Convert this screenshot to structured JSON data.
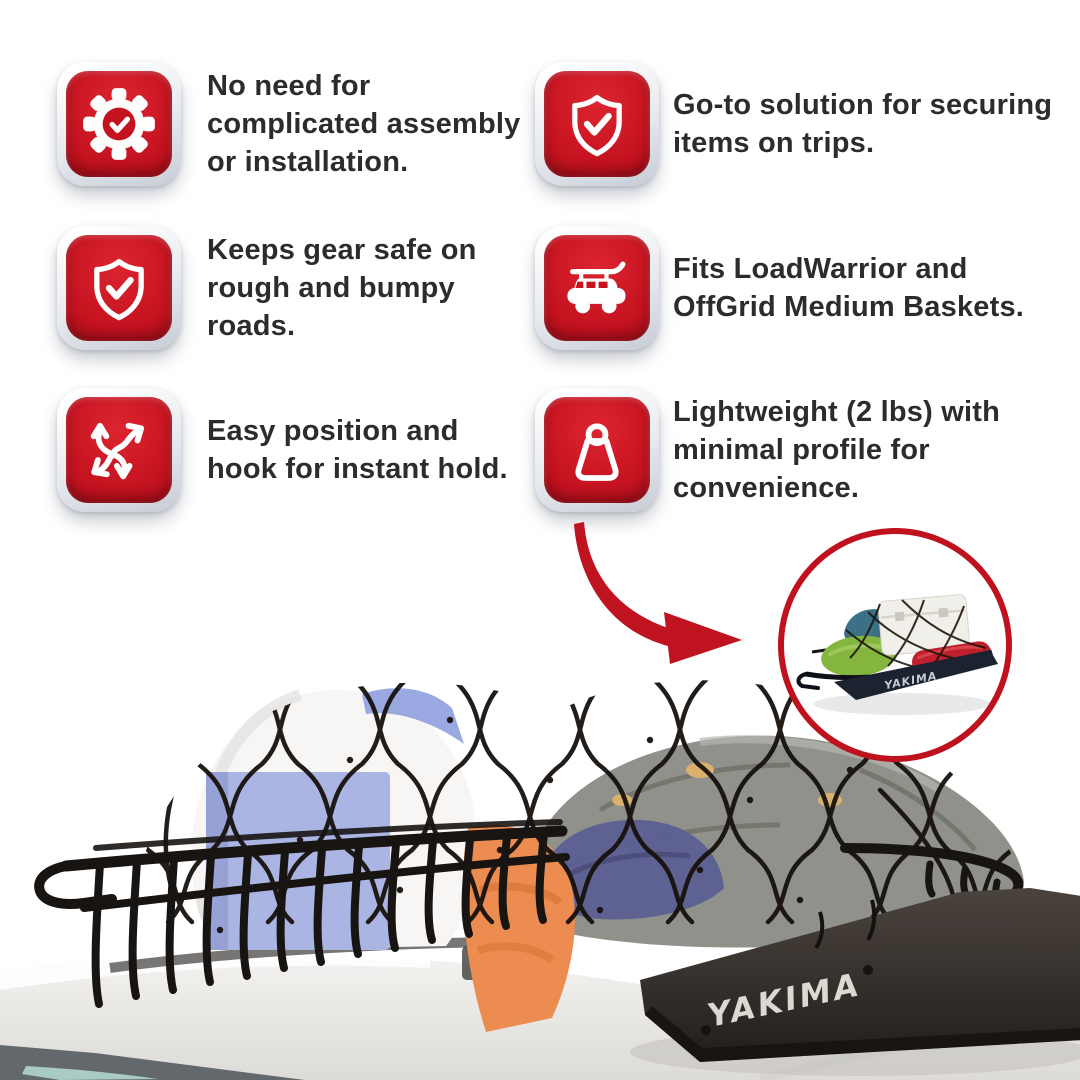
{
  "colors": {
    "accent_red": "#c4121f",
    "accent_red_dark": "#7e0c15",
    "arrow_red": "#c01320",
    "inset_ring_red": "#bf111e",
    "text_color": "#2d2c2a",
    "net_black": "#17110d",
    "roof_gray": "#eceae7"
  },
  "features": {
    "items": [
      {
        "icon": "gear-check-icon",
        "text": "No need for complicated assembly or installation.",
        "lines": [
          "No need for",
          "complicated assembly",
          "or installation."
        ]
      },
      {
        "icon": "shield-check-icon",
        "text": "Keeps gear safe on rough and bumpy roads.",
        "lines": [
          "Keeps gear safe on",
          "rough and bumpy",
          "roads."
        ]
      },
      {
        "icon": "crossed-arrows-icon",
        "text": "Easy position and hook for instant hold.",
        "lines": [
          "Easy position and",
          "hook for instant hold."
        ]
      },
      {
        "icon": "shield-check-icon",
        "text": "Go-to solution for securing items on trips.",
        "lines": [
          "Go-to solution for securing",
          "items on trips."
        ]
      },
      {
        "icon": "car-roof-rack-icon",
        "text": "Fits LoadWarrior and OffGrid Medium Baskets.",
        "lines": [
          "Fits LoadWarrior and",
          "OffGrid Medium Baskets."
        ]
      },
      {
        "icon": "weight-icon",
        "text": "Lightweight (2 lbs) with minimal profile for convenience.",
        "lines": [
          "Lightweight (2 lbs) with",
          "minimal profile for",
          "convenience."
        ]
      }
    ]
  },
  "inset": {
    "brand_label": "YAKIMA"
  },
  "photo": {
    "brand_label": "YAKIMA"
  }
}
